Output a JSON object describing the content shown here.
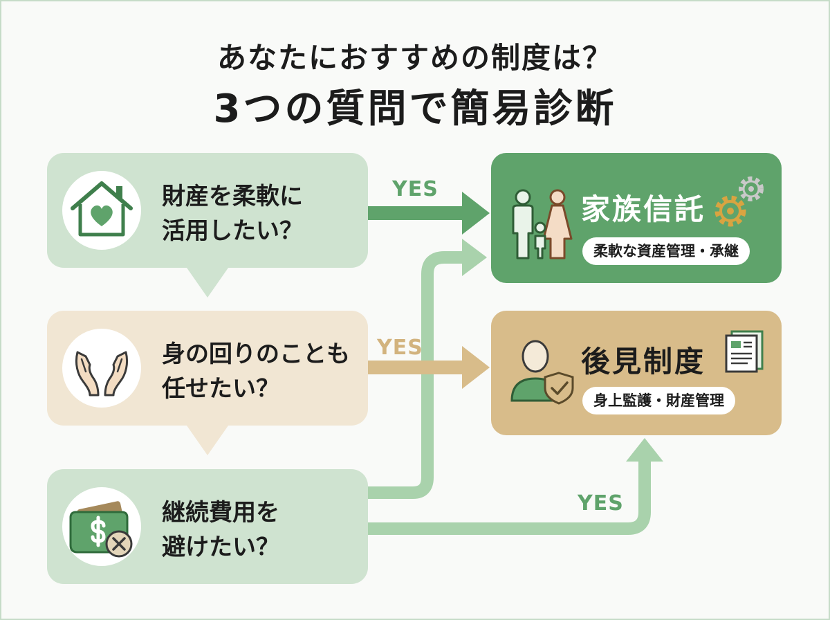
{
  "header": {
    "title_line1": "あなたにおすすめの制度は？",
    "title_line2": "3つの質問で簡易診断"
  },
  "questions": [
    {
      "icon": "house-heart-icon",
      "line1": "財産を柔軟に",
      "line2": "活用したい？"
    },
    {
      "icon": "open-hands-icon",
      "line1": "身の回りのことも",
      "line2": "任せたい？"
    },
    {
      "icon": "wallet-cancel-icon",
      "line1": "継続費用を",
      "line2": "避けたい？"
    }
  ],
  "results": [
    {
      "icon": "family-icon",
      "title": "家族信託",
      "subtitle": "柔軟な資産管理・承継",
      "extra_icon": "gears-icon"
    },
    {
      "icon": "guardian-shield-icon",
      "title": "後見制度",
      "subtitle": "身上監護・財産管理",
      "extra_icon": "document-icon"
    }
  ],
  "arrows": {
    "yes_label_1": "YES",
    "yes_label_2": "YES",
    "yes_label_3": "YES"
  },
  "colors": {
    "green": "#5fa36b",
    "green_light": "#cfe3d0",
    "green_arrow_light": "#a9d2ac",
    "beige": "#d8bc8a",
    "beige_light": "#f1e6d3"
  }
}
